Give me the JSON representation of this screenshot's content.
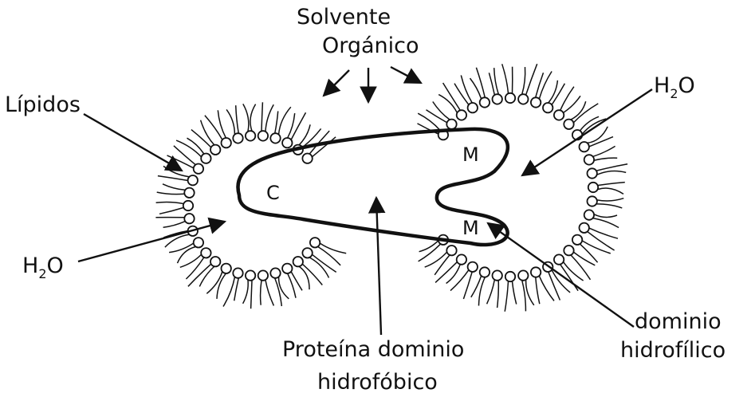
{
  "labels": {
    "solvente": "Solvente",
    "organico": "Orgánico",
    "lipidos": "Lípidos",
    "h2o_right_main": "H",
    "h2o_right_sub": "2",
    "h2o_right_o": "O",
    "h2o_left_main": "H",
    "h2o_left_sub": "2",
    "h2o_left_o": "O",
    "c": "C",
    "m_top": "M",
    "m_bottom": "M",
    "proteina_line1": "Proteína dominio",
    "proteina_line2": "hidrofóbico",
    "dominio_line1": "dominio",
    "dominio_line2": "hidrofílico"
  },
  "colors": {
    "ink": "#111111",
    "background": "#ffffff"
  }
}
